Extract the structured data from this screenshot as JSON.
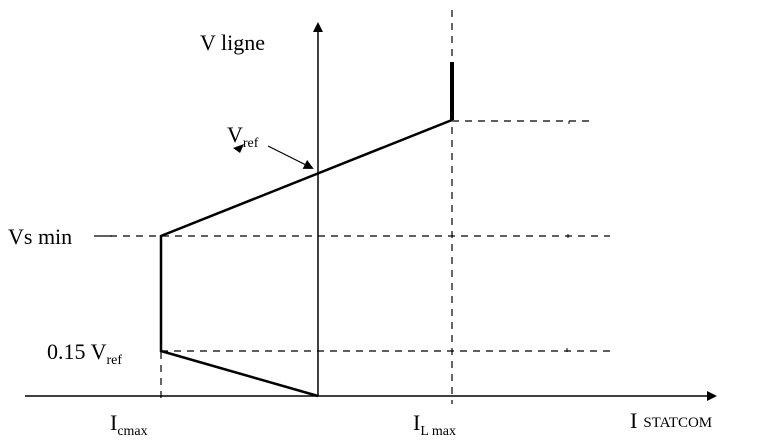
{
  "labels": {
    "y_axis_title": "V ligne",
    "vref_main": "V",
    "vref_sub": "ref",
    "vs_min": "Vs min",
    "v015_main": "0.15 V",
    "v015_sub": "ref",
    "icmax_main": "I",
    "icmax_sub": "cmax",
    "ilmax_main": "I",
    "ilmax_sub": "L max",
    "x_axis_main": "I",
    "x_axis_sub": "STATCOM"
  }
}
